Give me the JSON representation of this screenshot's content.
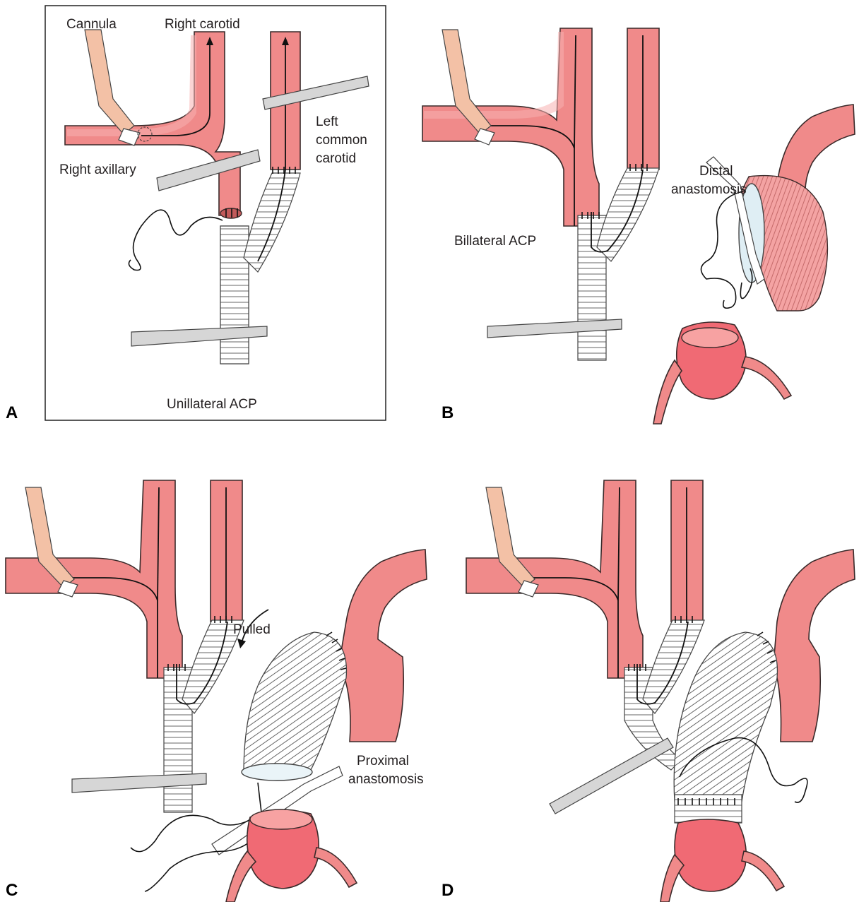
{
  "panels": {
    "a": {
      "letter": "A",
      "caption": "Unillateral ACP"
    },
    "b": {
      "letter": "B",
      "caption": "Billateral ACP"
    },
    "c": {
      "letter": "C"
    },
    "d": {
      "letter": "D"
    }
  },
  "labels": {
    "cannula": "Cannula",
    "right_carotid": "Right carotid",
    "left_common_carotid_1": "Left",
    "left_common_carotid_2": "common",
    "left_common_carotid_3": "carotid",
    "right_axillary": "Right axillary",
    "distal_anastomosis_1": "Distal",
    "distal_anastomosis_2": "anastomosis",
    "pulled": "Pulled",
    "proximal_anastomosis_1": "Proximal",
    "proximal_anastomosis_2": "anastomosis"
  },
  "colors": {
    "vessel": "#f08a8a",
    "heart": "#f06a74",
    "graft": "#ffffff",
    "clamp": "#d6d6d6",
    "cannula": "#f3c1a6"
  }
}
